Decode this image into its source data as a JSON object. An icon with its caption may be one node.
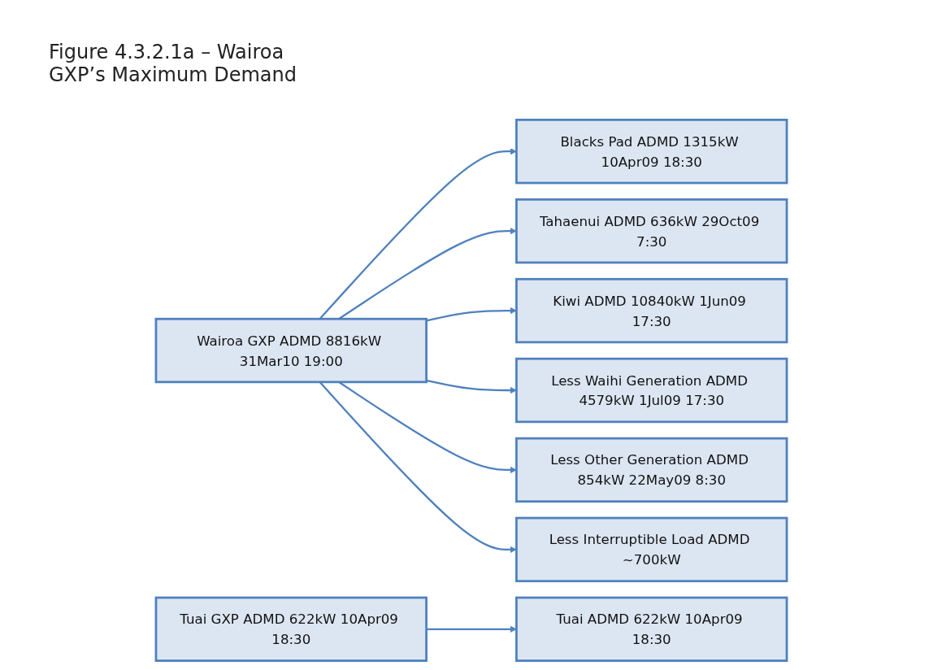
{
  "diagram": {
    "title": "Figure 4.3.2.1a – Wairoa GXP’s Maximum Demand",
    "nodes": [
      {
        "text": [
          "Wairoa GXP ADMD 8816kW 31Mar10 19:00"
        ]
      },
      {
        "text": [
          "Blacks Pad ADMD 1315kW 10Apr09 18:30"
        ]
      },
      {
        "text": [
          "Tahaenui ADMD 636kW 29Oct09 7:30"
        ]
      },
      {
        "text": [
          "Kiwi ADMD 10840kW 1Jun09 17:30"
        ]
      },
      {
        "text": [
          "Less Waihi Generation ADMD 4579kW 1Jul09 17:30"
        ]
      },
      {
        "text": [
          "Less Other Generation ADMD 854kW 22May09 8:30"
        ]
      },
      {
        "text": [
          "Less Interruptible Load ADMD ~700kW"
        ]
      },
      {
        "text": [
          "Tuai GXP ADMD 622kW 10Apr09 18:30"
        ]
      },
      {
        "text": [
          "Tuai ADMD 622kW 10Apr09 18:30"
        ]
      }
    ],
    "edges": [
      {
        "from": 0,
        "to": 1,
        "arrow": "to"
      },
      {
        "from": 0,
        "to": 2,
        "arrow": "to"
      },
      {
        "from": 0,
        "to": 3,
        "arrow": "to"
      },
      {
        "from": 0,
        "to": 4,
        "arrow": "to"
      },
      {
        "from": 0,
        "to": 5,
        "arrow": "to"
      },
      {
        "from": 0,
        "to": 6,
        "arrow": "to"
      },
      {
        "from": 7,
        "to": 8,
        "arrow": "to"
      }
    ]
  }
}
